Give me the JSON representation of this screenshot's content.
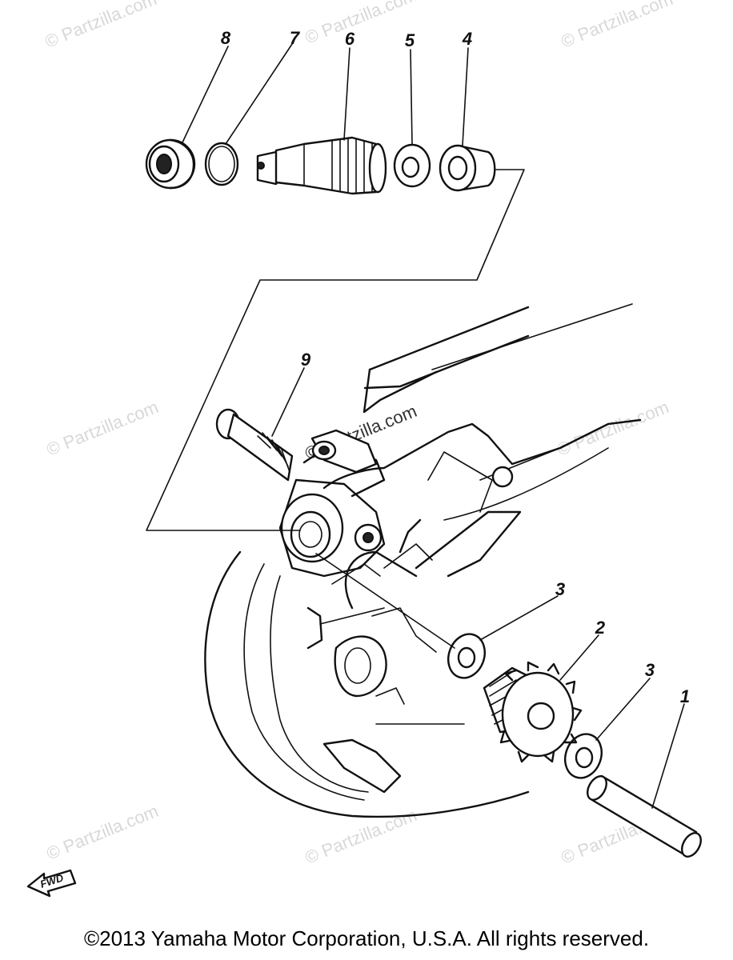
{
  "callouts": {
    "c1": "1",
    "c2": "2",
    "c3a": "3",
    "c3b": "3",
    "c4": "4",
    "c5": "5",
    "c6": "6",
    "c7": "7",
    "c8": "8",
    "c9": "9"
  },
  "watermark": "© Partzilla.com",
  "fwd_label": "FWD",
  "footer": "©2013  Yamaha Motor Corporation, U.S.A. All rights reserved."
}
